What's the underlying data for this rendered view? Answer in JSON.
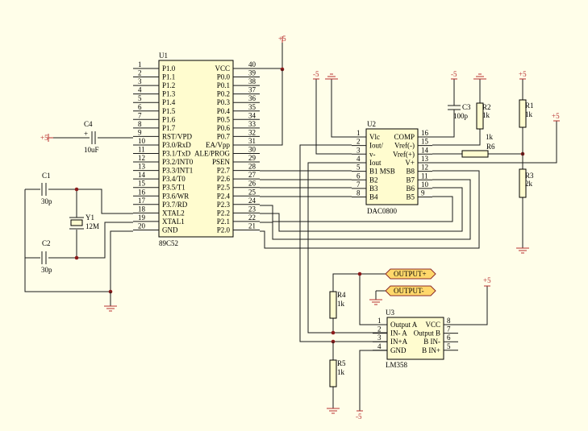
{
  "u1": {
    "ref": "U1",
    "part": "89C52",
    "left_pins": [
      {
        "num": "1",
        "name": "P1.0"
      },
      {
        "num": "2",
        "name": "P1.1"
      },
      {
        "num": "3",
        "name": "P1.2"
      },
      {
        "num": "4",
        "name": "P1.3"
      },
      {
        "num": "5",
        "name": "P1.4"
      },
      {
        "num": "6",
        "name": "P1.5"
      },
      {
        "num": "7",
        "name": "P1.6"
      },
      {
        "num": "8",
        "name": "P1.7"
      },
      {
        "num": "9",
        "name": "RST/VPD"
      },
      {
        "num": "10",
        "name": "P3.0/RxD"
      },
      {
        "num": "11",
        "name": "P3.1/TxD"
      },
      {
        "num": "12",
        "name": "P3.2/INT0"
      },
      {
        "num": "13",
        "name": "P3.3/INT1"
      },
      {
        "num": "14",
        "name": "P3.4/T0"
      },
      {
        "num": "15",
        "name": "P3.5/T1"
      },
      {
        "num": "16",
        "name": "P3.6/WR"
      },
      {
        "num": "17",
        "name": "P3.7/RD"
      },
      {
        "num": "18",
        "name": "XTAL2"
      },
      {
        "num": "19",
        "name": "XTAL1"
      },
      {
        "num": "20",
        "name": "GND"
      }
    ],
    "right_pins": [
      {
        "num": "40",
        "name": "VCC"
      },
      {
        "num": "39",
        "name": "P0.0"
      },
      {
        "num": "38",
        "name": "P0.1"
      },
      {
        "num": "37",
        "name": "P0.2"
      },
      {
        "num": "36",
        "name": "P0.3"
      },
      {
        "num": "35",
        "name": "P0.4"
      },
      {
        "num": "34",
        "name": "P0.5"
      },
      {
        "num": "33",
        "name": "P0.6"
      },
      {
        "num": "32",
        "name": "P0.7"
      },
      {
        "num": "31",
        "name": "EA/Vpp"
      },
      {
        "num": "30",
        "name": "ALE/PROG"
      },
      {
        "num": "29",
        "name": "PSEN"
      },
      {
        "num": "28",
        "name": "P2.7"
      },
      {
        "num": "27",
        "name": "P2.6"
      },
      {
        "num": "26",
        "name": "P2.5"
      },
      {
        "num": "25",
        "name": "P2.4"
      },
      {
        "num": "24",
        "name": "P2.3"
      },
      {
        "num": "23",
        "name": "P2.2"
      },
      {
        "num": "22",
        "name": "P2.1"
      },
      {
        "num": "21",
        "name": "P2.0"
      }
    ]
  },
  "u2": {
    "ref": "U2",
    "part": "DAC0800",
    "left_pins": [
      {
        "num": "1",
        "name": "Vlc"
      },
      {
        "num": "2",
        "name": "Iout/"
      },
      {
        "num": "3",
        "name": "v-"
      },
      {
        "num": "4",
        "name": "Iout"
      },
      {
        "num": "5",
        "name": "B1 MSB"
      },
      {
        "num": "6",
        "name": "B2"
      },
      {
        "num": "7",
        "name": "B3"
      },
      {
        "num": "8",
        "name": "B4"
      }
    ],
    "right_pins": [
      {
        "num": "16",
        "name": "COMP"
      },
      {
        "num": "15",
        "name": "Vref(-)"
      },
      {
        "num": "14",
        "name": "Vref(+)"
      },
      {
        "num": "13",
        "name": "V+"
      },
      {
        "num": "12",
        "name": "B8"
      },
      {
        "num": "11",
        "name": "B7"
      },
      {
        "num": "10",
        "name": "B6"
      },
      {
        "num": "9",
        "name": "B5"
      }
    ]
  },
  "u3": {
    "ref": "U3",
    "part": "LM358",
    "left_pins": [
      {
        "num": "1",
        "name": "Output A"
      },
      {
        "num": "2",
        "name": "IN- A"
      },
      {
        "num": "3",
        "name": "IN+A"
      },
      {
        "num": "4",
        "name": "GND"
      }
    ],
    "right_pins": [
      {
        "num": "8",
        "name": "VCC"
      },
      {
        "num": "7",
        "name": "Output B"
      },
      {
        "num": "6",
        "name": "B IN-"
      },
      {
        "num": "5",
        "name": "B IN+"
      }
    ]
  },
  "components": {
    "c1": {
      "ref": "C1",
      "value": "30p"
    },
    "c2": {
      "ref": "C2",
      "value": "30p"
    },
    "c3": {
      "ref": "C3",
      "value": "100p"
    },
    "c4": {
      "ref": "C4",
      "value": "10uF",
      "polarity": "+"
    },
    "y1": {
      "ref": "Y1",
      "value": "12M"
    },
    "r1": {
      "ref": "R1",
      "value": "1k"
    },
    "r2": {
      "ref": "R2",
      "value": "1k"
    },
    "r3": {
      "ref": "R3",
      "value": "2k"
    },
    "r4": {
      "ref": "R4",
      "value": "1k"
    },
    "r5": {
      "ref": "R5",
      "value": "1k"
    },
    "r6": {
      "ref": "R6",
      "value": "1k"
    }
  },
  "power": {
    "plus5": "+5",
    "minus5": "-5"
  },
  "ports": {
    "out_plus": "OUTPUT+",
    "out_minus": "OUTPUT-"
  }
}
